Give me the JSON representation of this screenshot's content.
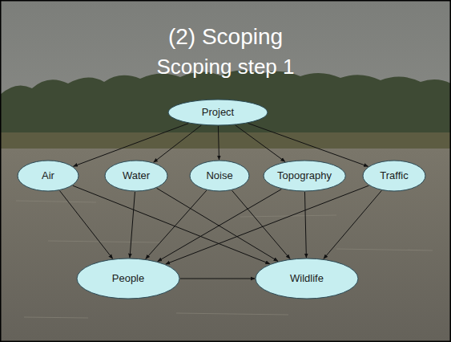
{
  "diagram": {
    "title": "(2) Scoping",
    "nodes": [
      {
        "text": [
          "Project"
        ]
      },
      {
        "text": [
          "Air"
        ]
      },
      {
        "text": [
          "Water"
        ]
      },
      {
        "text": [
          "Noise"
        ]
      },
      {
        "text": [
          "Topography"
        ]
      },
      {
        "text": [
          "Traffic"
        ]
      },
      {
        "text": [
          "People"
        ]
      },
      {
        "text": [
          "Wildlife"
        ]
      }
    ],
    "edges": [
      {
        "from": 0,
        "to": 1,
        "arrow": "to"
      },
      {
        "from": 0,
        "to": 2,
        "arrow": "to"
      },
      {
        "from": 0,
        "to": 3,
        "arrow": "to"
      },
      {
        "from": 0,
        "to": 4,
        "arrow": "to"
      },
      {
        "from": 0,
        "to": 5,
        "arrow": "to"
      },
      {
        "from": 1,
        "to": 6,
        "arrow": "to"
      },
      {
        "from": 1,
        "to": 7,
        "arrow": "to"
      },
      {
        "from": 2,
        "to": 6,
        "arrow": "to"
      },
      {
        "from": 2,
        "to": 7,
        "arrow": "to"
      },
      {
        "from": 3,
        "to": 6,
        "arrow": "to"
      },
      {
        "from": 3,
        "to": 7,
        "arrow": "to"
      },
      {
        "from": 4,
        "to": 6,
        "arrow": "to"
      },
      {
        "from": 4,
        "to": 7,
        "arrow": "to"
      },
      {
        "from": 5,
        "to": 6,
        "arrow": "to"
      },
      {
        "from": 5,
        "to": 7,
        "arrow": "to"
      },
      {
        "from": 6,
        "to": 7,
        "arrow": "to"
      }
    ],
    "labels": [
      "Scoping step 1"
    ]
  }
}
